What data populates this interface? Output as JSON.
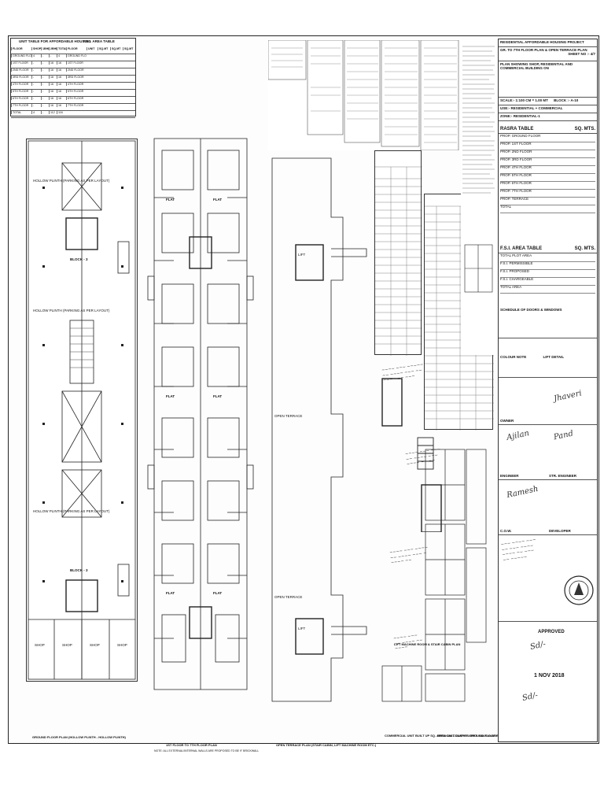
{
  "unit_table": {
    "title": "UNIT TABLE FOR AFFORDABLE HOUSING",
    "fsi_title": "F.S.I. AREA TABLE",
    "headers": [
      "FLOOR",
      "SHOP NO",
      "1BHK",
      "2BHK",
      "TOTAL",
      "FLOOR",
      "UNIT",
      "SQ.MT",
      "SQ.MT",
      "SQ.MT"
    ],
    "rows": [
      [
        "GROUND FLOOR",
        "4",
        "-",
        "-",
        "4",
        "GROUND FLOOR",
        "",
        "",
        "",
        ""
      ],
      [
        "1ST FLOOR",
        "-",
        "-",
        "16",
        "16",
        "1ST FLOOR",
        "",
        "",
        "",
        ""
      ],
      [
        "2ND FLOOR",
        "-",
        "-",
        "16",
        "16",
        "2ND FLOOR",
        "",
        "",
        "",
        ""
      ],
      [
        "3RD FLOOR",
        "-",
        "-",
        "16",
        "16",
        "3RD FLOOR",
        "",
        "",
        "",
        ""
      ],
      [
        "4TH FLOOR",
        "-",
        "-",
        "16",
        "16",
        "4TH FLOOR",
        "",
        "",
        "",
        ""
      ],
      [
        "5TH FLOOR",
        "-",
        "-",
        "16",
        "16",
        "5TH FLOOR",
        "",
        "",
        "",
        ""
      ],
      [
        "6TH FLOOR",
        "-",
        "-",
        "16",
        "16",
        "6TH FLOOR",
        "",
        "",
        "",
        ""
      ],
      [
        "7TH FLOOR",
        "-",
        "-",
        "16",
        "16",
        "7TH FLOOR",
        "",
        "",
        "",
        ""
      ],
      [
        "TOTAL",
        "4",
        "-",
        "112",
        "116",
        "",
        "",
        "",
        "",
        ""
      ]
    ]
  },
  "plan_labels": {
    "hollow_plinth": "HOLLOW PLINTH (PARKING AS PER LAYOUT)",
    "block": "BLOCK - 3",
    "lift": "LIFT",
    "flat": "FLAT",
    "open_terrace": "OPEN TERRACE",
    "shop": "SHOP"
  },
  "captions": {
    "ground": "GROUND FLOOR PLAN (HOLLOW PLINTH - HOLLOW PLINTH)",
    "typical": "1ST FLOOR TO 7TH FLOOR PLAN",
    "terrace": "OPEN TERRACE PLAN (STAIR CABIN, LIFT MACHINE ROOM ETC.)",
    "commercial": "COMMERCIAL UNIT BUILT UP SQ. AREA CALCULATION GROUND FLOOR PLAN",
    "residential": "RERA UNIT CARPET AREA CALCULATION 1ST FLOOR TO 7TH FLOOR PLAN",
    "lift_section": "LIFT MACHINE ROOM & STAIR CABIN PLAN",
    "note": "NOTE: ALL EXTERNAL/INTERNAL WALLS ARE PROPOSED TO BE 9\" BRICKWALL"
  },
  "title_block": {
    "project": "RESIDENTIAL AFFORDABLE HOUSING PROJECT",
    "drawing": "GR. TO 7TH FLOOR PLAN & OPEN TERRACE PLAN",
    "sheet": "SHEET NO :- 4/7",
    "plan_showing": "PLAN SHOWING SHOP, RESIDENTIAL AND COMMERCIAL BUILDING ON",
    "scale": "SCALE:- 1:100 CM = 1.00 MT",
    "block": "BLOCK :- A-10",
    "use": "USE:- RESIDENTIAL + COMMERCIAL",
    "zone": "ZONE:- RESIDENTIAL-1",
    "rasra_table": "RASRA TABLE",
    "sq_mts": "SQ. MTS.",
    "fsi_area_table": "F.S.I. AREA TABLE",
    "schedule": "SCHEDULE OF DOORS & WINDOWS",
    "colour_note": "COLOUR NOTE",
    "lift_detail": "LIFT DETAIL",
    "owner": "OWNER",
    "structure_engineer": "STR. ENGINEER",
    "engineer": "ENGINEER",
    "developer": "DEVELOPER",
    "approved": "APPROVED",
    "date_stamp": "1 NOV 2018",
    "col": "C.O.W."
  },
  "rasra_rows": [
    "PROP. GROUND FLOOR",
    "PROP. 1ST FLOOR",
    "PROP. 2ND FLOOR",
    "PROP. 3RD FLOOR",
    "PROP. 4TH FLOOR",
    "PROP. 5TH FLOOR",
    "PROP. 6TH FLOOR",
    "PROP. 7TH FLOOR",
    "PROP. TERRACE",
    "TOTAL"
  ],
  "fsi_rows": [
    "TOTAL PLOT AREA",
    "F.S.I. PERMISSIBLE",
    "F.S.I. PROPOSED",
    "F.S.I. CHARGEABLE",
    "TOTAL AREA"
  ]
}
